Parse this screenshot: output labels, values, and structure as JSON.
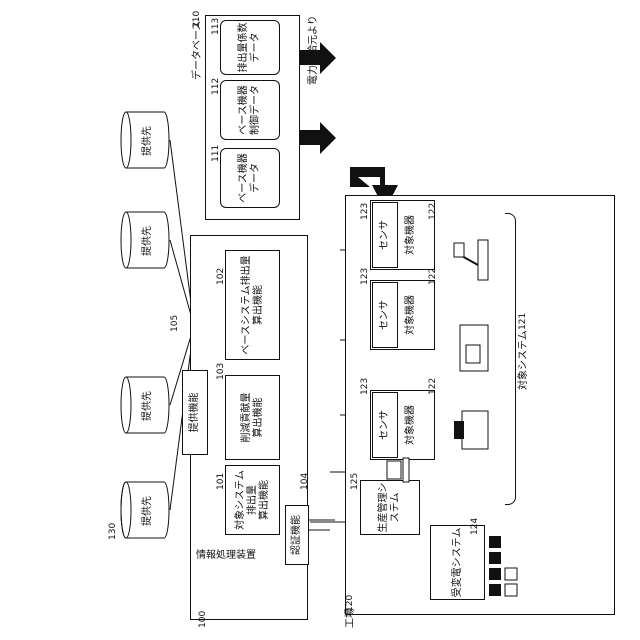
{
  "apparatus": {
    "label": "情報処理装置",
    "ref": "100"
  },
  "functions": {
    "f101": {
      "label": "対象システム排出量\n算出機能",
      "ref": "101"
    },
    "f102": {
      "label": "ベースシステム排出量\n算出機能",
      "ref": "102"
    },
    "f103": {
      "label": "削減貢献量\n算出機能",
      "ref": "103"
    },
    "f104": {
      "label": "認証機能",
      "ref": "104"
    },
    "f105": {
      "label": "提供機能",
      "ref": "105"
    }
  },
  "recipients": {
    "label": "提供先",
    "ref": "130",
    "count_label": [
      "提供先",
      "提供先",
      "提供先",
      "提供先"
    ]
  },
  "database": {
    "label": "データベース",
    "ref": "110",
    "d111": {
      "label": "ベース機器\nデータ",
      "ref": "111"
    },
    "d112": {
      "label": "ベース機器\n制御データ",
      "ref": "112"
    },
    "d113": {
      "label": "排出量係数\nデータ",
      "ref": "113"
    }
  },
  "power_supply": {
    "label": "電力供給元より"
  },
  "factory": {
    "label": "工場",
    "ref": "120",
    "target_system": {
      "label": "対象システム",
      "ref": "121"
    },
    "devices": [
      {
        "label": "対象機器",
        "ref": "122",
        "sensor_label": "センサ",
        "sensor_ref": "123"
      },
      {
        "label": "対象機器",
        "ref": "122",
        "sensor_label": "センサ",
        "sensor_ref": "123"
      },
      {
        "label": "対象機器",
        "ref": "122",
        "sensor_label": "センサ",
        "sensor_ref": "123"
      }
    ],
    "production": {
      "label": "生産管理システム",
      "ref": "125"
    },
    "power_receiving": {
      "label": "受変電システム",
      "ref": "124"
    }
  }
}
